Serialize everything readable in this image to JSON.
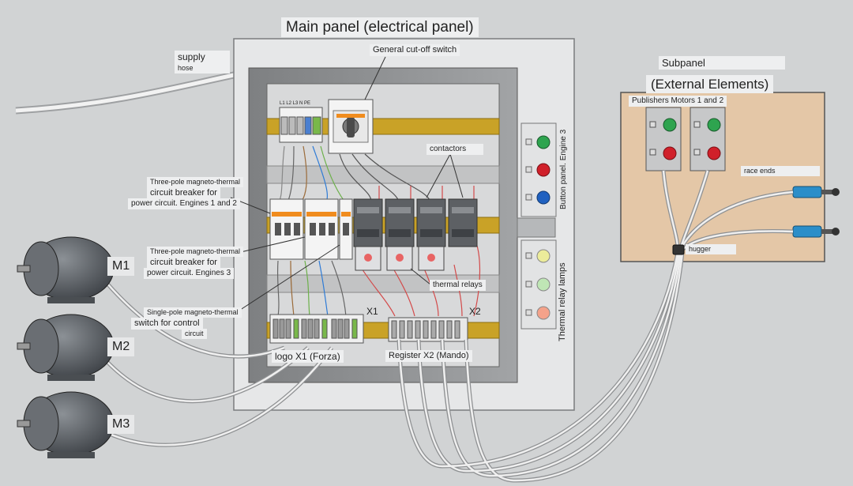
{
  "labels": {
    "main_panel": "Main panel (electrical panel)",
    "supply": "supply",
    "hose": "hose",
    "general_cutoff": "General cut-off switch",
    "contactors": "contactors",
    "breaker12_line1": "Three-pole magneto-thermal",
    "breaker12_line2": "circuit breaker for",
    "breaker12_line3": "power circuit. Engines 1 and 2",
    "breaker3_line1": "Three-pole magneto-thermal",
    "breaker3_line2": "circuit breaker for",
    "breaker3_line3": "power circuit. Engines 3",
    "single_line1": "Single-pole magneto-thermal",
    "single_line2": "switch for control",
    "single_line3": "circuit",
    "thermal_relays": "thermal relays",
    "x1": "X1",
    "x2": "X2",
    "logo_x1": "logo X1 (Forza)",
    "register_x2": "Register X2 (Mando)",
    "button_panel": "Button panel. Engine 3",
    "thermal_relay_lamps": "Thermal relay lamps",
    "subpanel": "Subpanel",
    "external_elements": "(External Elements)",
    "publishers": "Publishers Motors 1 and 2",
    "race_ends": "race ends",
    "hugger": "hugger",
    "m1": "M1",
    "m2": "M2",
    "m3": "M3",
    "terminal_codes": "L1 L2 L3 N PE"
  },
  "colors": {
    "background": "#d1d3d4",
    "panel_frame": "#8a8c8e",
    "subpanel_bg": "#e4c7a7",
    "din_rail": "#c9a227",
    "button_green": "#2ea44f",
    "button_red": "#d0202a",
    "button_blue": "#2061c0",
    "lamp_yellow": "#ecec9a",
    "lamp_green": "#bfe6b5",
    "lamp_orange": "#f4a28a",
    "limit_switch": "#2b8ec9"
  }
}
